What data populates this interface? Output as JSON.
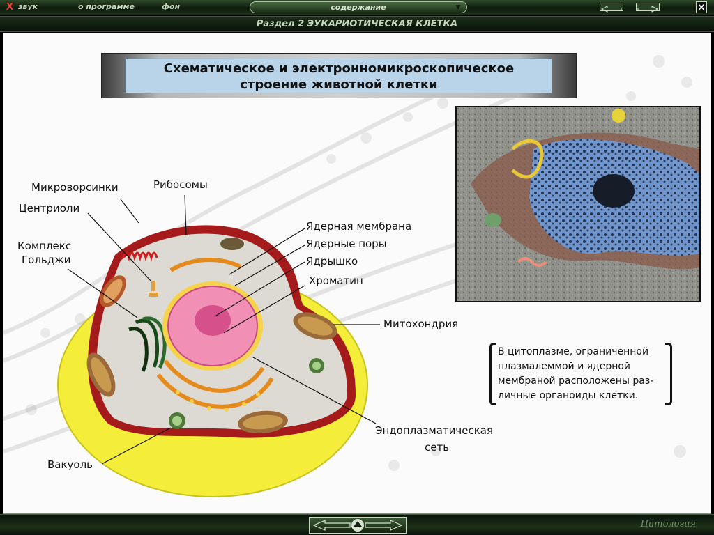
{
  "menubar": {
    "sound": "звук",
    "about": "о программе",
    "background": "фон",
    "contents": "содержание"
  },
  "section": {
    "title": "Раздел 2  ЭУКАРИОТИЧЕСКАЯ КЛЕТКА"
  },
  "slide": {
    "title_line1": "Схематическое и электронномикроскопическое",
    "title_line2": "строение животной клетки"
  },
  "labels": {
    "microvilli": "Микроворсинки",
    "ribosomes": "Рибосомы",
    "centrioles": "Центриоли",
    "golgi_1": "Комплекс",
    "golgi_2": "Гольджи",
    "nuclear_membrane": "Ядерная мембрана",
    "nuclear_pores": "Ядерные поры",
    "nucleolus": "Ядрышко",
    "chromatin": "Хроматин",
    "mitochondria": "Митохондрия",
    "er_1": "Эндоплазматическая",
    "er_2": "сеть",
    "vacuole": "Вакуоль"
  },
  "note": {
    "text": "В цитоплазме, ограниченной плазмалеммой и ядерной мембраной расположены раз-личные органоиды клетки."
  },
  "bottombar": {
    "brand": "Цитология"
  },
  "colors": {
    "bar_green": "#1d3219",
    "title_blue": "#b9d4e9",
    "cell_yellow": "#f4ee3a",
    "nucleus_pink": "#f28fb4"
  }
}
